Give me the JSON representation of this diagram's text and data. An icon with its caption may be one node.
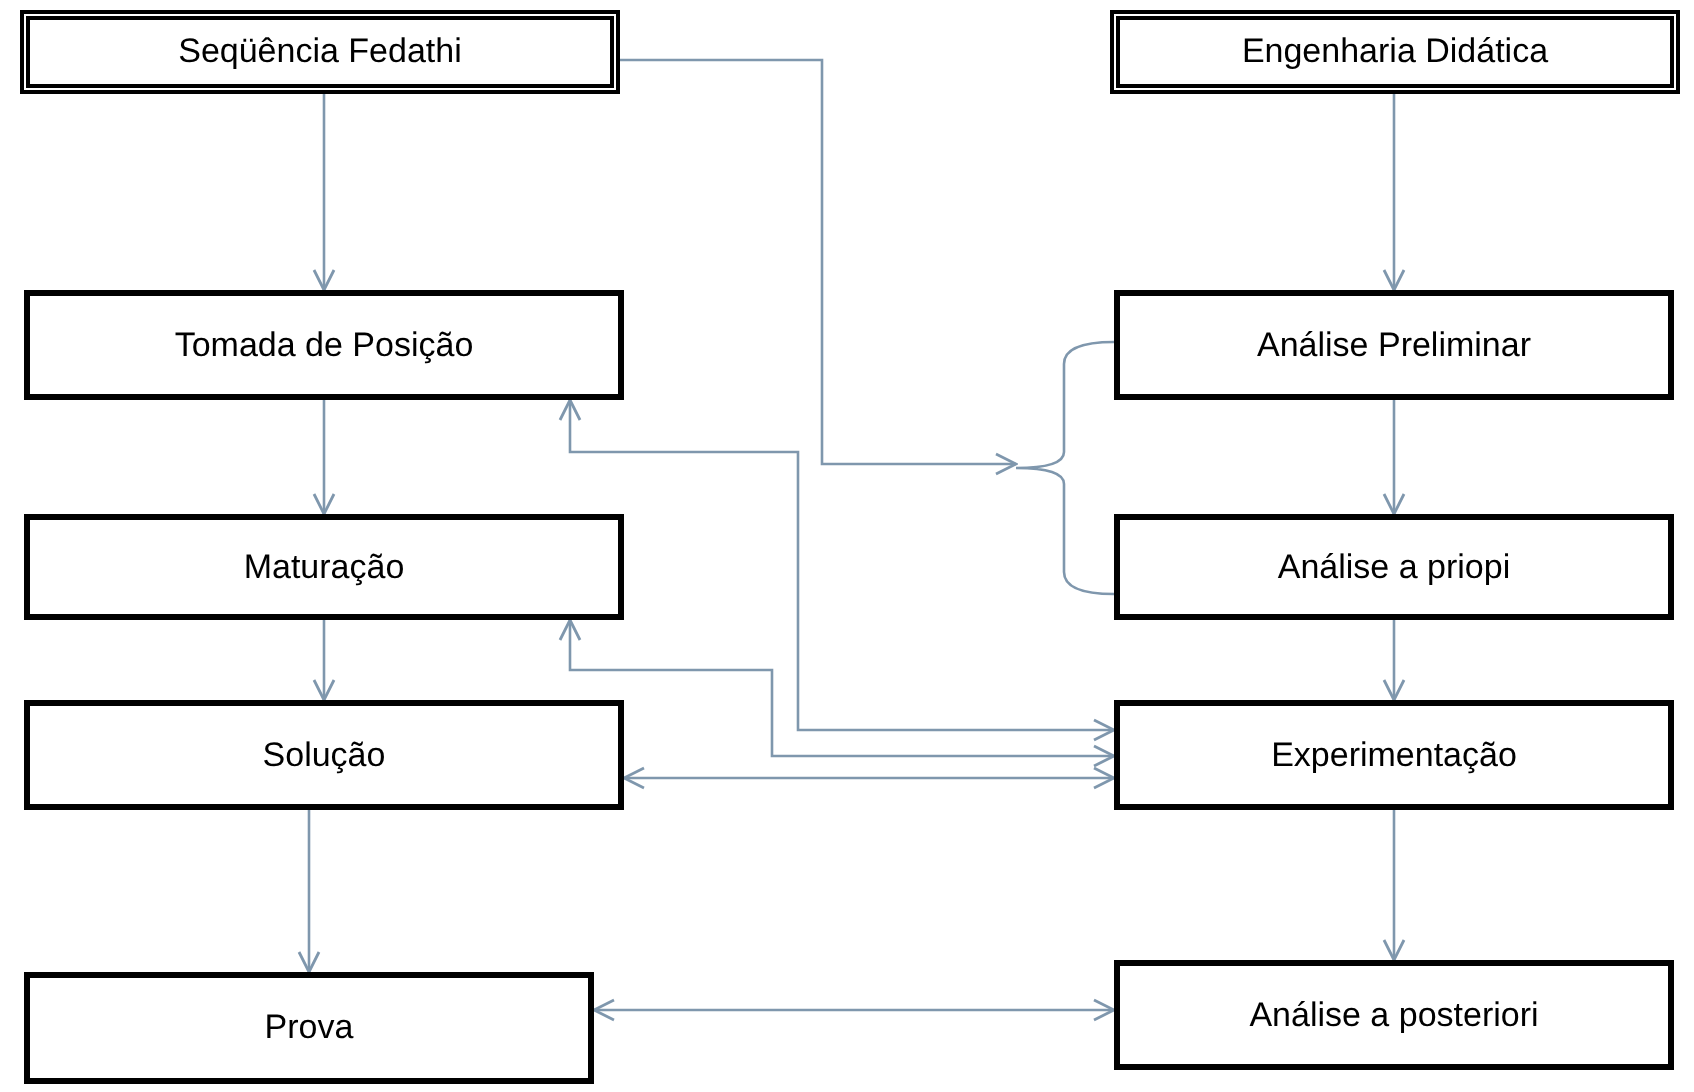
{
  "diagram": {
    "nodes": [
      {
        "text": [
          "Seqüência Fedathi"
        ]
      },
      {
        "text": [
          "Tomada de Posição"
        ]
      },
      {
        "text": [
          "Maturação"
        ]
      },
      {
        "text": [
          "Solução"
        ]
      },
      {
        "text": [
          "Prova"
        ]
      },
      {
        "text": [
          "Engenharia Didática"
        ]
      },
      {
        "text": [
          "Análise Preliminar"
        ]
      },
      {
        "text": [
          "Análise a priopi"
        ]
      },
      {
        "text": [
          "Experimentação"
        ]
      },
      {
        "text": [
          "Análise a posteriori"
        ]
      },
      {
        "text": [],
        "shape": "brace"
      }
    ],
    "edges": [
      {
        "from": 0,
        "to": 1,
        "arrow": "to"
      },
      {
        "from": 1,
        "to": 2,
        "arrow": "to"
      },
      {
        "from": 2,
        "to": 3,
        "arrow": "to"
      },
      {
        "from": 3,
        "to": 4,
        "arrow": "to"
      },
      {
        "from": 0,
        "to": 10,
        "arrow": "to"
      },
      {
        "from": 5,
        "to": 6,
        "arrow": "to"
      },
      {
        "from": 6,
        "to": 7,
        "arrow": "to"
      },
      {
        "from": 7,
        "to": 8,
        "arrow": "to"
      },
      {
        "from": 8,
        "to": 9,
        "arrow": "to"
      },
      {
        "from": 8,
        "to": 1,
        "arrow": "both"
      },
      {
        "from": 8,
        "to": 2,
        "arrow": "both"
      },
      {
        "from": 8,
        "to": 3,
        "arrow": "both"
      },
      {
        "from": 4,
        "to": 9,
        "arrow": "both"
      }
    ]
  }
}
